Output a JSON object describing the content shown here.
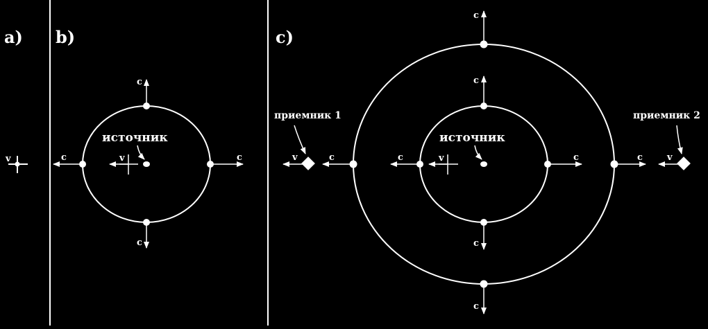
{
  "panels": {
    "a": "a)",
    "b": "b)",
    "c": "c)"
  },
  "labels": {
    "source": "источник",
    "receiver1": "приемник 1",
    "receiver2": "приемник 2",
    "c": "c",
    "v": "v"
  },
  "colors": {
    "background": "#000000",
    "foreground": "#ffffff"
  }
}
